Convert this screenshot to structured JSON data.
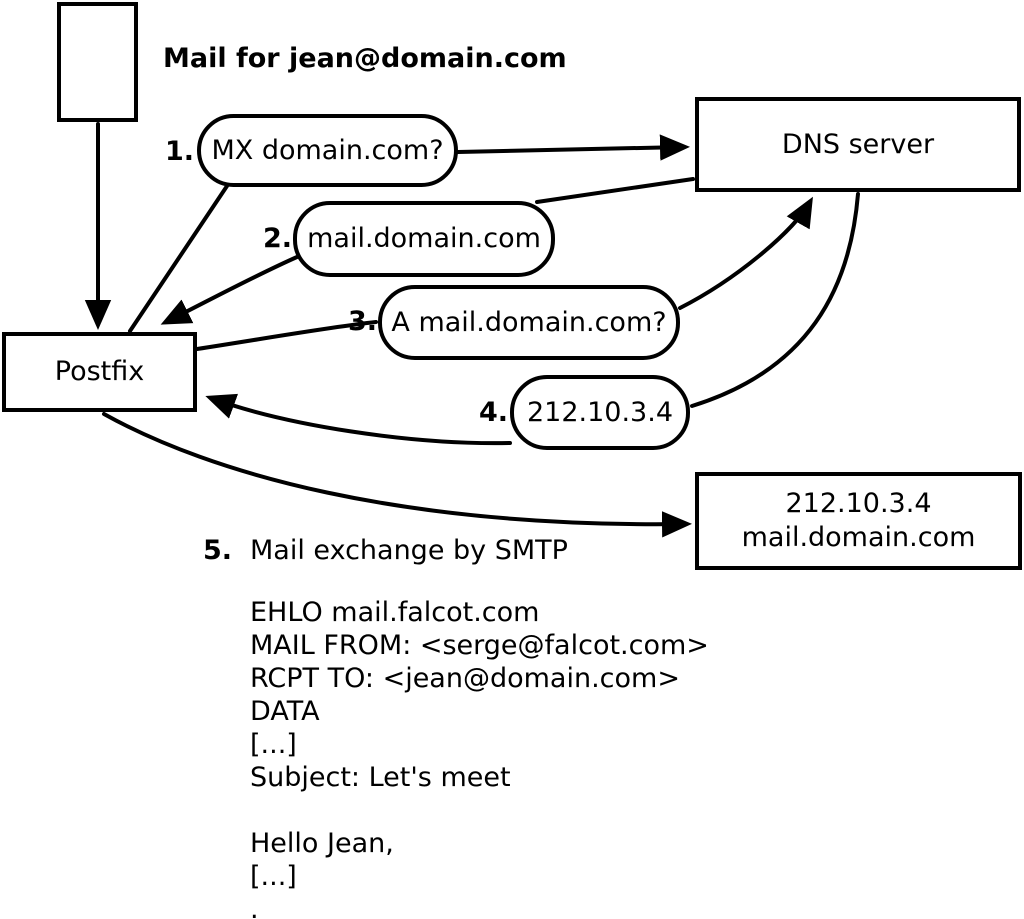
{
  "title_note": "Mail for jean@domain.com",
  "nodes": {
    "postfix": "Postfix",
    "dns_server": "DNS server",
    "mail_server_ip": "212.10.3.4",
    "mail_server_host": "mail.domain.com"
  },
  "steps": [
    {
      "num": "1.",
      "label": "MX domain.com?"
    },
    {
      "num": "2.",
      "label": "mail.domain.com"
    },
    {
      "num": "3.",
      "label": "A mail.domain.com?"
    },
    {
      "num": "4.",
      "label": "212.10.3.4"
    },
    {
      "num": "5.",
      "label": "Mail exchange by SMTP"
    }
  ],
  "smtp_session": [
    "EHLO mail.falcot.com",
    "MAIL FROM: <serge@falcot.com>",
    "RCPT TO: <jean@domain.com>",
    "DATA",
    "[...]",
    "Subject: Let's meet",
    "",
    "Hello Jean,",
    "[...]",
    "."
  ],
  "colors": {
    "ink": "#000000",
    "background": "#ffffff"
  }
}
